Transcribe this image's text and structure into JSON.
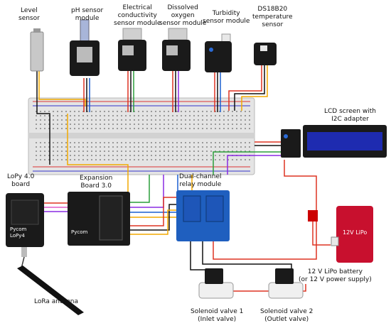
{
  "labels": {
    "level_sensor": [
      "Level",
      "sensor"
    ],
    "ph_sensor": [
      "pH sensor",
      "module"
    ],
    "ec_sensor": [
      "Electrical",
      "conductivity",
      "sensor module"
    ],
    "do_sensor": [
      "Dissolved",
      "oxygen",
      "sensor module"
    ],
    "turbidity_sensor": [
      "Turbidity",
      "sensor module"
    ],
    "temp_sensor": [
      "DS18B20",
      "temperature",
      "sensor"
    ],
    "lcd": [
      "LCD screen with",
      "I2C adapter"
    ],
    "lopy": [
      "LoPy 4.0",
      "board"
    ],
    "expansion": [
      "Expansion",
      "Board 3.0"
    ],
    "relay": [
      "Dual-channel",
      "relay module"
    ],
    "battery": [
      "12 V LiPo battery",
      "(or 12 V power supply)"
    ],
    "antenna": [
      "LoRa antenna"
    ],
    "valve1": [
      "Solenoid valve 1",
      "(Inlet valve)"
    ],
    "valve2": [
      "Solenoid valve 2",
      "(Outlet valve)"
    ]
  },
  "board_text": {
    "battery_text": "12V LiPo",
    "lopy_brand": "Pycom",
    "lopy_model": "LoPy4",
    "expansion_brand": "Pycom"
  },
  "colors": {
    "sensor_board": "#1a1a1a",
    "breadboard": "#e4e4e4",
    "relay_board": "#1f5fbf",
    "lcd_screen": "#1e2bb0",
    "battery": "#c8102e",
    "valve_body": "#f0f0f0"
  }
}
